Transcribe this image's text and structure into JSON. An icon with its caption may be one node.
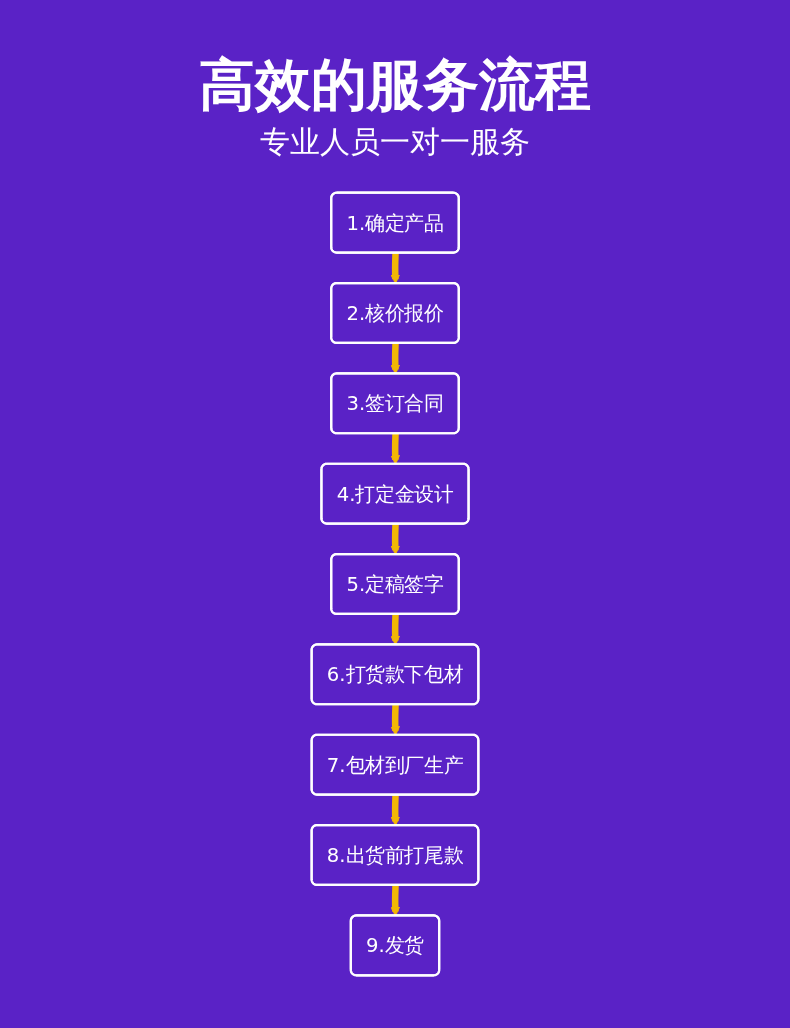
{
  "diagram": {
    "title": "高效的服务流程",
    "nodes": [
      {
        "text": [
          "1.确定产品"
        ]
      },
      {
        "text": [
          "2.核价报价"
        ]
      },
      {
        "text": [
          "3.签订合同"
        ]
      },
      {
        "text": [
          "4.打定金设计"
        ]
      },
      {
        "text": [
          "5.定稿签字"
        ]
      },
      {
        "text": [
          "6.打货款下包材"
        ]
      },
      {
        "text": [
          "7.包材到厂生产"
        ]
      },
      {
        "text": [
          "8.出货前打尾款"
        ]
      },
      {
        "text": [
          "9.发货"
        ]
      }
    ],
    "edges": [
      {
        "from": 0,
        "to": 1,
        "arrow": "to"
      },
      {
        "from": 1,
        "to": 2,
        "arrow": "to"
      },
      {
        "from": 2,
        "to": 3,
        "arrow": "to"
      },
      {
        "from": 3,
        "to": 4,
        "arrow": "to"
      },
      {
        "from": 4,
        "to": 5,
        "arrow": "to"
      },
      {
        "from": 5,
        "to": 6,
        "arrow": "to"
      },
      {
        "from": 6,
        "to": 7,
        "arrow": "to"
      },
      {
        "from": 7,
        "to": 8,
        "arrow": "to"
      }
    ],
    "labels": [
      "专业人员一对一服务"
    ]
  }
}
